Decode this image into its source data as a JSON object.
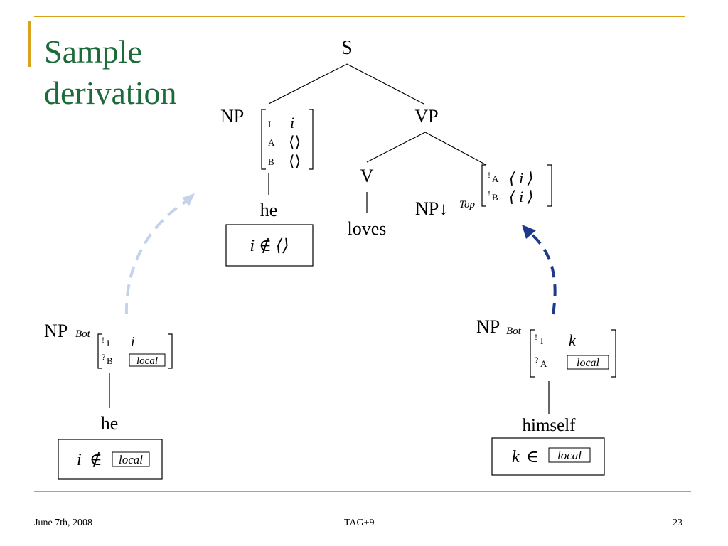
{
  "slide": {
    "title_lines": [
      "Sample",
      "derivation"
    ],
    "footer": {
      "date": "June 7th, 2008",
      "center": "TAG+9",
      "page": "23"
    }
  },
  "tree": {
    "root": "S",
    "np": "NP",
    "vp": "VP",
    "v": "V",
    "np_subst": "NP↓",
    "np_subst_mark": "Top",
    "he": "he",
    "loves": "loves",
    "np_feats": [
      {
        "key": "I",
        "val": "i"
      },
      {
        "key": "A",
        "val": "⟨⟩"
      },
      {
        "key": "B",
        "val": "⟨⟩"
      }
    ],
    "subst_feats": [
      {
        "prefix": "!",
        "key": "A",
        "val": "⟨ i ⟩"
      },
      {
        "prefix": "!",
        "key": "B",
        "val": "⟨ i ⟩"
      }
    ],
    "constraint": "i ∉ ⟨⟩"
  },
  "left_tree": {
    "np": "NP",
    "bot": "Bot",
    "feats": [
      {
        "prefix": "!",
        "key": "I",
        "val": "i"
      },
      {
        "prefix": "?",
        "key": "B",
        "val": "local"
      }
    ],
    "word": "he",
    "constraint_var": "i",
    "constraint_op": "∉",
    "constraint_set": "local"
  },
  "right_tree": {
    "np": "NP",
    "bot": "Bot",
    "feats": [
      {
        "prefix": "!",
        "key": "I",
        "val": "k"
      },
      {
        "prefix": "?",
        "key": "A",
        "val": "local"
      }
    ],
    "word": "himself",
    "constraint_var": "k",
    "constraint_op": "∈",
    "constraint_set": "local"
  },
  "colors": {
    "title": "#1e6b3a",
    "rule": "#d9a21c",
    "arrow_light": "#c5d3ea",
    "arrow_dark": "#1f3a8a"
  }
}
